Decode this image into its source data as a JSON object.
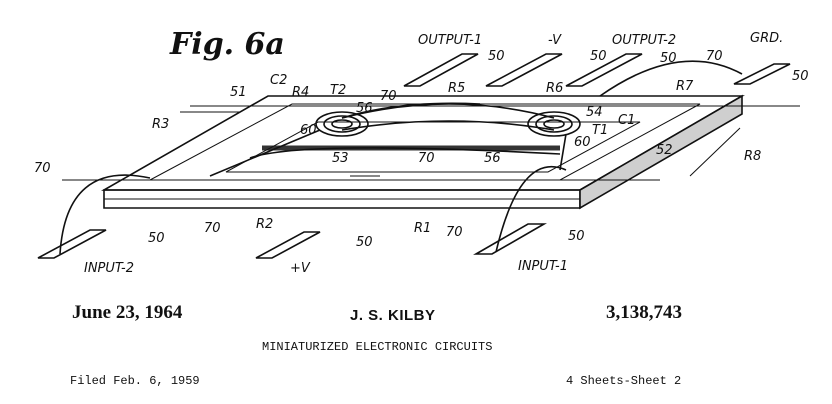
{
  "figure": {
    "title": "Fig. 6a",
    "labels": [
      {
        "key": "output1",
        "text": "OUTPUT-1"
      },
      {
        "key": "negv",
        "text": "-V"
      },
      {
        "key": "output2",
        "text": "OUTPUT-2"
      },
      {
        "key": "grd",
        "text": "GRD."
      },
      {
        "key": "input1",
        "text": "INPUT-1"
      },
      {
        "key": "input2",
        "text": "INPUT-2"
      },
      {
        "key": "posv",
        "text": "+V"
      },
      {
        "key": "c2",
        "text": "C2"
      },
      {
        "key": "r4",
        "text": "R4"
      },
      {
        "key": "t2",
        "text": "T2"
      },
      {
        "key": "r5",
        "text": "R5"
      },
      {
        "key": "r6",
        "text": "R6"
      },
      {
        "key": "r7",
        "text": "R7"
      },
      {
        "key": "c1",
        "text": "C1"
      },
      {
        "key": "t1",
        "text": "T1"
      },
      {
        "key": "r3",
        "text": "R3"
      },
      {
        "key": "r8",
        "text": "R8"
      },
      {
        "key": "r2",
        "text": "R2"
      },
      {
        "key": "r1",
        "text": "R1"
      },
      {
        "key": "n50a",
        "text": "50"
      },
      {
        "key": "n50b",
        "text": "50"
      },
      {
        "key": "n50c",
        "text": "50"
      },
      {
        "key": "n50d",
        "text": "50"
      },
      {
        "key": "n50e",
        "text": "50"
      },
      {
        "key": "n50f",
        "text": "50"
      },
      {
        "key": "n50g",
        "text": "50"
      },
      {
        "key": "n51",
        "text": "51"
      },
      {
        "key": "n52",
        "text": "52"
      },
      {
        "key": "n53",
        "text": "53"
      },
      {
        "key": "n54",
        "text": "54"
      },
      {
        "key": "n56a",
        "text": "56"
      },
      {
        "key": "n56b",
        "text": "56"
      },
      {
        "key": "n60a",
        "text": "60"
      },
      {
        "key": "n60b",
        "text": "60"
      },
      {
        "key": "n70a",
        "text": "70"
      },
      {
        "key": "n70b",
        "text": "70"
      },
      {
        "key": "n70c",
        "text": "70"
      },
      {
        "key": "n70d",
        "text": "70"
      },
      {
        "key": "n70e",
        "text": "70"
      },
      {
        "key": "n70f",
        "text": "70"
      }
    ]
  },
  "footer": {
    "date": "June 23, 1964",
    "inventor": "J. S. KILBY",
    "patent_number": "3,138,743",
    "title": "MINIATURIZED ELECTRONIC CIRCUITS",
    "filed": "Filed Feb. 6, 1959",
    "sheets": "4 Sheets-Sheet 2"
  }
}
